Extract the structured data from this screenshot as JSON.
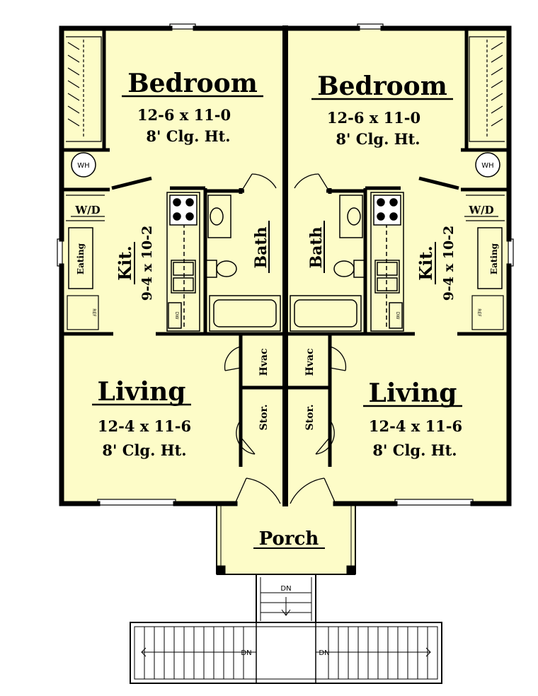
{
  "colors": {
    "floor": "#fdfcc8",
    "wall": "#000000",
    "window": "#ffffff",
    "background": "#ffffff"
  },
  "left_unit": {
    "bedroom": {
      "name": "Bedroom",
      "size": "12-6 x 11-0",
      "ceiling": "8' Clg. Ht."
    },
    "kitchen": {
      "name": "Kit.",
      "size": "9-4 x 10-2"
    },
    "living": {
      "name": "Living",
      "size": "12-4 x 11-6",
      "ceiling": "8' Clg. Ht."
    },
    "bath": "Bath",
    "wd": "W/D",
    "eating": "Eating",
    "hvac": "Hvac",
    "storage": "Stor.",
    "water_heater": "WH",
    "dishwasher": "DW",
    "refrigerator": "REF"
  },
  "right_unit": {
    "bedroom": {
      "name": "Bedroom",
      "size": "12-6 x 11-0",
      "ceiling": "8' Clg. Ht."
    },
    "kitchen": {
      "name": "Kit.",
      "size": "9-4 x 10-2"
    },
    "living": {
      "name": "Living",
      "size": "12-4 x 11-6",
      "ceiling": "8' Clg. Ht."
    },
    "bath": "Bath",
    "wd": "W/D",
    "eating": "Eating",
    "hvac": "Hvac",
    "storage": "Stor.",
    "water_heater": "WH",
    "dishwasher": "DW",
    "refrigerator": "REF"
  },
  "porch": "Porch",
  "stairs": {
    "center": "DN",
    "left": "DN",
    "right": "DN"
  }
}
